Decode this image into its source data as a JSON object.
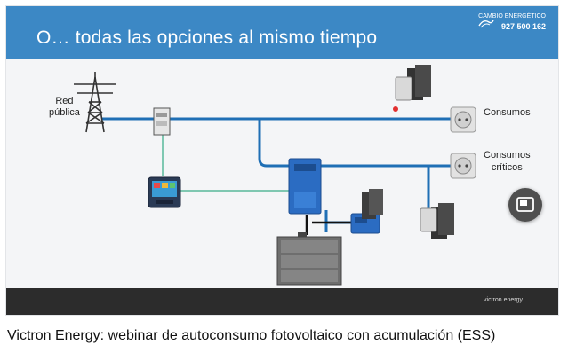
{
  "slide": {
    "title": "O… todas las opciones al mismo tiempo",
    "brand_name": "CAMBIO ENERGÉTICO",
    "brand_phone": "927 500 162"
  },
  "diagram": {
    "grid_label_line1": "Red",
    "grid_label_line2": "pública",
    "loads_label": "Consumos",
    "critical_loads_line1": "Consumos",
    "critical_loads_line2": "críticos"
  },
  "footer": {
    "logo_text": "victron energy"
  },
  "caption": {
    "text": "Victron Energy: webinar de autoconsumo fotovoltaico con acumulación (ESS)"
  },
  "colors": {
    "header": "#3c88c5",
    "wire": "#1f6fb5",
    "comm": "#58b89a",
    "footer": "#2c2c2c"
  },
  "icons": [
    "grid-tower-icon",
    "energy-meter-icon",
    "gx-control-icon",
    "multiplus-inverter-icon",
    "battery-stack-icon",
    "mppt-charger-icon",
    "solar-panel-icon",
    "socket-icon",
    "pip-icon"
  ]
}
